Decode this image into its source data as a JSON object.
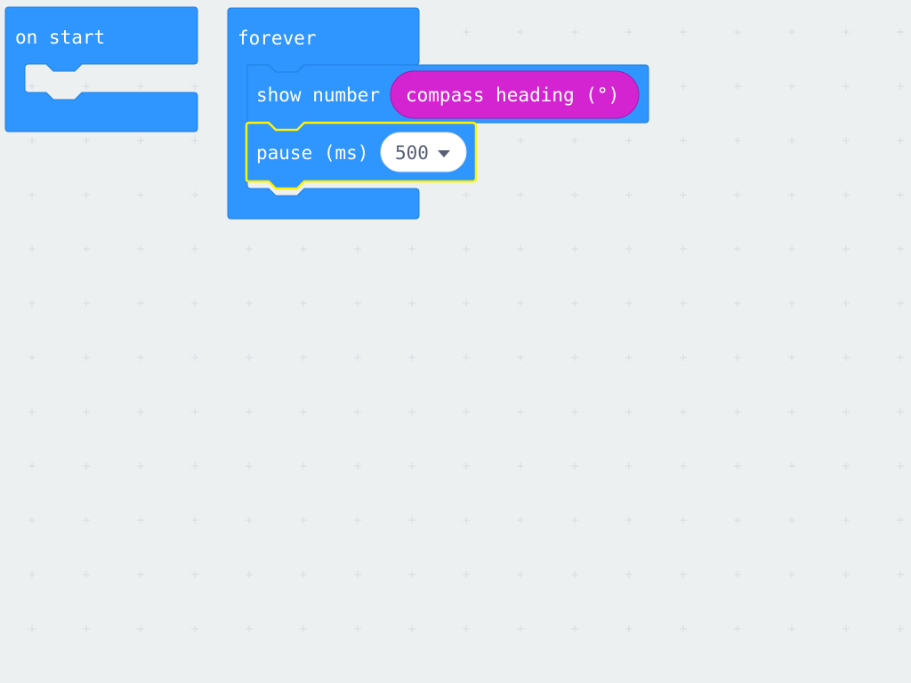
{
  "workspace": {
    "background_color": "#ecf0f1",
    "grid_color": "#d6dcdf"
  },
  "colors": {
    "basic_block": "#2f95ff",
    "basic_block_border": "#1f7fe0",
    "input_block": "#d424d2",
    "input_block_border": "#a816a8",
    "selected_outline": "#fff200",
    "field_background": "#ffffff",
    "field_text": "#575e75"
  },
  "blocks": {
    "on_start": {
      "label": "on start"
    },
    "forever": {
      "label": "forever",
      "show_number": {
        "label": "show number",
        "value": {
          "label": "compass heading (°)"
        }
      },
      "pause": {
        "label": "pause (ms)",
        "value": "500",
        "dropdown_icon": "caret-down-icon"
      }
    }
  }
}
